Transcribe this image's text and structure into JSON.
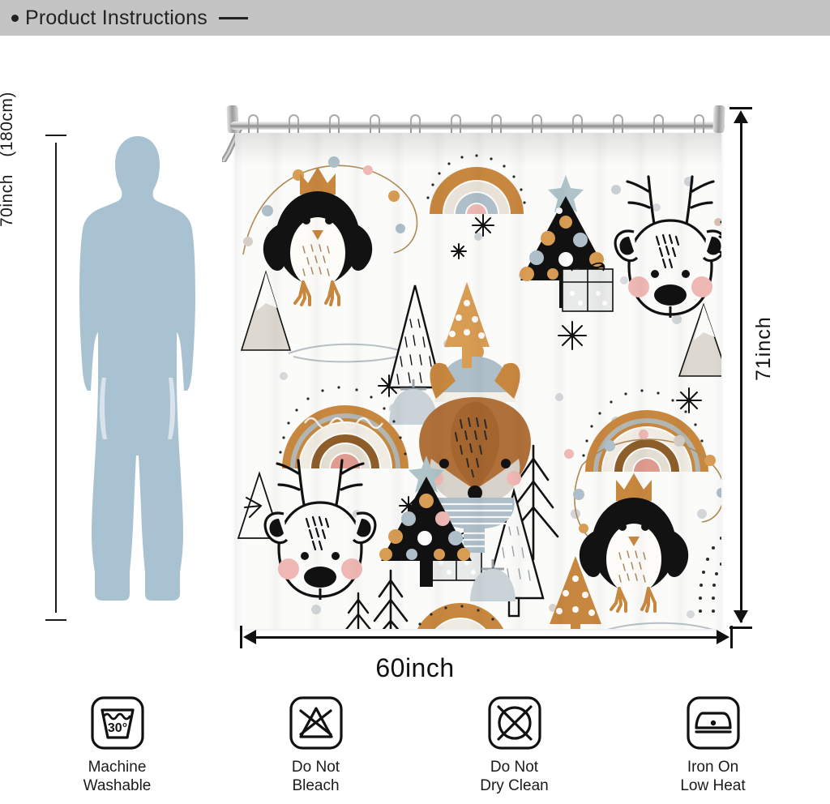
{
  "header": {
    "bullet": "bullet-dot",
    "title": "Product Instructions",
    "trailing_rule": "em-dash"
  },
  "dimensions": {
    "height_person_label": "70inch　(180cm)",
    "height_person_value": "70",
    "height_person_unit": "inch",
    "height_person_metric": "180cm",
    "curtain_height_label": "71inch",
    "curtain_height_value": "71",
    "curtain_width_label": "60inch",
    "curtain_width_value": "60",
    "unit": "inch"
  },
  "product": {
    "type": "shower-curtain",
    "rod": "silver-curtain-rod",
    "hook_count": 12,
    "background_color": "#fbfbfa",
    "motifs": [
      "crowned-penguin",
      "reindeer-head",
      "fox-with-beanie-and-scarf",
      "black-christmas-tree-with-dots",
      "boho-rainbow-arch",
      "gift-box",
      "pine-tree-outline",
      "snowflake",
      "string-lights-garland",
      "mountain",
      "bell",
      "confetti-dots"
    ]
  },
  "silhouette": {
    "name": "male-person-silhouette",
    "color": "#a9c2d2"
  },
  "palette": {
    "header_bar": "#c4c4c4",
    "page_background": "#ffffff",
    "ink": "#1a1a1a",
    "silhouette_blue": "#a9c2d2",
    "motif_tan": "#c8873f",
    "motif_ochre": "#d99c53",
    "motif_blue_grey": "#aebfc9",
    "motif_pink": "#f0b8b4",
    "motif_black": "#111111",
    "rod_silver": "#a5a5a5"
  },
  "care": [
    {
      "icon": "wash-tub-30-degrees-icon",
      "label_line1": "Machine",
      "label_line2": "Washable",
      "temperature": "30°"
    },
    {
      "icon": "do-not-bleach-triangle-icon",
      "label_line1": "Do Not",
      "label_line2": "Bleach",
      "temperature": ""
    },
    {
      "icon": "do-not-dry-clean-circle-icon",
      "label_line1": "Do Not",
      "label_line2": "Dry Clean",
      "temperature": ""
    },
    {
      "icon": "iron-low-heat-icon",
      "label_line1": "Iron On",
      "label_line2": "Low Heat",
      "temperature": ""
    }
  ]
}
